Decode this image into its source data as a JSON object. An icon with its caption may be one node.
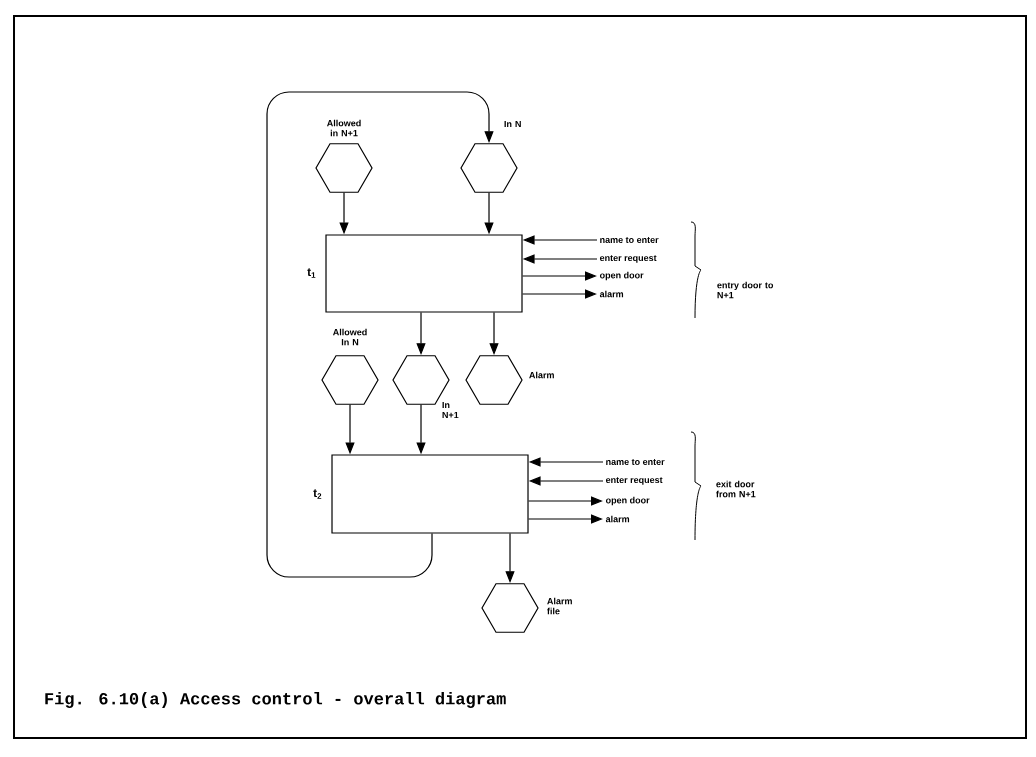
{
  "diagram": {
    "caption": "Fig. 6.10(a)  Access control - overall diagram",
    "nodes": [
      {
        "text": [
          "Allowed in N+1"
        ]
      },
      {
        "text": [
          "In N"
        ]
      },
      {
        "text": [],
        "shape": "box",
        "beside": [
          "t$_{1}$"
        ]
      },
      {
        "text": [
          "Allowed In N"
        ]
      },
      {
        "text": [
          "In N+1"
        ]
      },
      {
        "text": [
          "Alarm"
        ]
      },
      {
        "text": [],
        "shape": "box",
        "beside": [
          "t$_{2}$"
        ]
      },
      {
        "text": [
          "Alarm file"
        ]
      },
      {
        "text": [
          "name to enter"
        ]
      },
      {
        "text": [
          "enter request"
        ]
      },
      {
        "text": [
          "open door"
        ]
      },
      {
        "text": [
          "alarm"
        ]
      },
      {
        "text": [
          "name to enter"
        ]
      },
      {
        "text": [
          "enter request"
        ]
      },
      {
        "text": [
          "open door"
        ]
      },
      {
        "text": [
          "alarm"
        ]
      }
    ],
    "edges": [
      {
        "from": 0,
        "to": 2,
        "arrow": "to"
      },
      {
        "from": 1,
        "to": 2,
        "arrow": "to"
      },
      {
        "from": 8,
        "to": 2,
        "arrow": "to"
      },
      {
        "from": 9,
        "to": 2,
        "arrow": "to"
      },
      {
        "from": 2,
        "to": 10,
        "arrow": "to"
      },
      {
        "from": 2,
        "to": 11,
        "arrow": "to"
      },
      {
        "from": 2,
        "to": 4,
        "arrow": "to"
      },
      {
        "from": 2,
        "to": 5,
        "arrow": "to"
      },
      {
        "from": 3,
        "to": 6,
        "arrow": "to"
      },
      {
        "from": 4,
        "to": 6,
        "arrow": "to"
      },
      {
        "from": 12,
        "to": 6,
        "arrow": "to"
      },
      {
        "from": 13,
        "to": 6,
        "arrow": "to"
      },
      {
        "from": 6,
        "to": 14,
        "arrow": "to"
      },
      {
        "from": 6,
        "to": 15,
        "arrow": "to"
      },
      {
        "from": 6,
        "to": 7,
        "arrow": "to"
      },
      {
        "from": 6,
        "to": 1,
        "arrow": "to"
      }
    ],
    "labels": [
      "entry door to N+1",
      "exit door from N+1"
    ]
  }
}
